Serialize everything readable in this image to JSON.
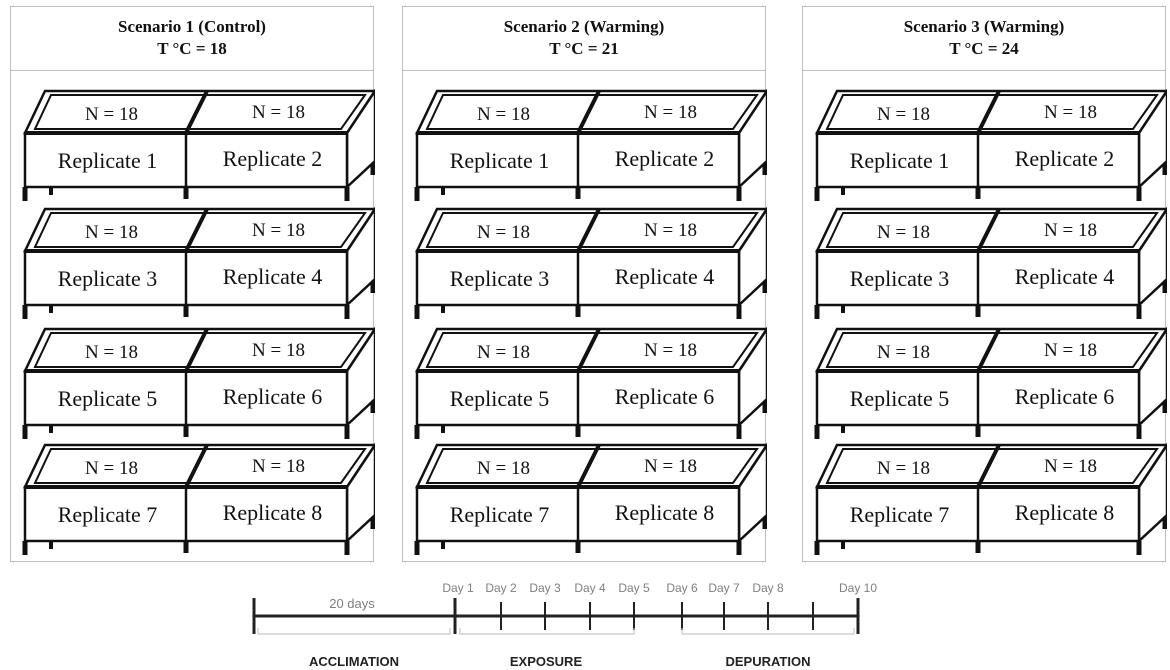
{
  "scenarios": [
    {
      "title": "Scenario 1 (Control)",
      "temp_label": "T °C = 18",
      "tanks": [
        {
          "left": {
            "count": "N = 18",
            "label": "Replicate 1"
          },
          "right": {
            "count": "N = 18",
            "label": "Replicate 2"
          }
        },
        {
          "left": {
            "count": "N = 18",
            "label": "Replicate 3"
          },
          "right": {
            "count": "N = 18",
            "label": "Replicate 4"
          }
        },
        {
          "left": {
            "count": "N = 18",
            "label": "Replicate 5"
          },
          "right": {
            "count": "N = 18",
            "label": "Replicate 6"
          }
        },
        {
          "left": {
            "count": "N = 18",
            "label": "Replicate 7"
          },
          "right": {
            "count": "N = 18",
            "label": "Replicate 8"
          }
        }
      ]
    },
    {
      "title": "Scenario 2 (Warming)",
      "temp_label": "T °C = 21",
      "tanks": [
        {
          "left": {
            "count": "N = 18",
            "label": "Replicate 1"
          },
          "right": {
            "count": "N = 18",
            "label": "Replicate 2"
          }
        },
        {
          "left": {
            "count": "N = 18",
            "label": "Replicate 3"
          },
          "right": {
            "count": "N = 18",
            "label": "Replicate 4"
          }
        },
        {
          "left": {
            "count": "N = 18",
            "label": "Replicate 5"
          },
          "right": {
            "count": "N = 18",
            "label": "Replicate 6"
          }
        },
        {
          "left": {
            "count": "N = 18",
            "label": "Replicate 7"
          },
          "right": {
            "count": "N = 18",
            "label": "Replicate 8"
          }
        }
      ]
    },
    {
      "title": "Scenario 3 (Warming)",
      "temp_label": "T °C = 24",
      "tanks": [
        {
          "left": {
            "count": "N = 18",
            "label": "Replicate 1"
          },
          "right": {
            "count": "N = 18",
            "label": "Replicate 2"
          }
        },
        {
          "left": {
            "count": "N = 18",
            "label": "Replicate 3"
          },
          "right": {
            "count": "N = 18",
            "label": "Replicate 4"
          }
        },
        {
          "left": {
            "count": "N = 18",
            "label": "Replicate 5"
          },
          "right": {
            "count": "N = 18",
            "label": "Replicate 6"
          }
        },
        {
          "left": {
            "count": "N = 18",
            "label": "Replicate 7"
          },
          "right": {
            "count": "N = 18",
            "label": "Replicate 8"
          }
        }
      ]
    }
  ],
  "timeline": {
    "acclimation_duration": "20 days",
    "days": [
      "Day 1",
      "Day 2",
      "Day 3",
      "Day 4",
      "Day 5",
      "Day 6",
      "Day 7",
      "Day 8",
      "Day 10"
    ],
    "phases": {
      "acclimation": "ACCLIMATION",
      "exposure": "EXPOSURE",
      "depuration": "DEPURATION"
    },
    "colors": {
      "main_line": "#222222",
      "labels": "#7f7f7f",
      "phase_labels": "#222222"
    }
  },
  "colors": {
    "panel_border": "#bdbdbd",
    "tank_stroke": "#111111"
  }
}
